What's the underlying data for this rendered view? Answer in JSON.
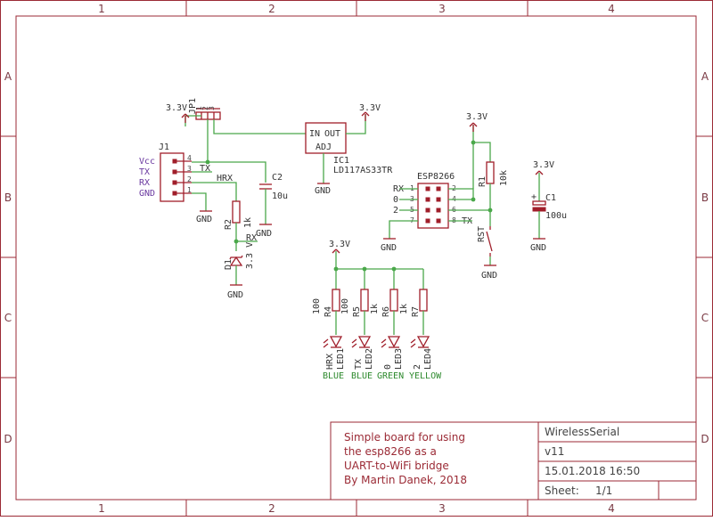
{
  "frame": {
    "columns": [
      "1",
      "2",
      "3",
      "4"
    ],
    "rows": [
      "A",
      "B",
      "C",
      "D"
    ]
  },
  "title_block": {
    "description": [
      "Simple board for using",
      "the esp8266 as a",
      "UART-to-WiFi bridge",
      "By Martin Danek, 2018"
    ],
    "project": "WirelessSerial",
    "version": "v11",
    "date": "15.01.2018 16:50",
    "sheet_label": "Sheet:",
    "sheet_value": "1/1"
  },
  "power": {
    "v33": "3.3V",
    "gnd": "GND"
  },
  "jp1": {
    "ref": "JP1",
    "pins": [
      "1",
      "2",
      "3"
    ]
  },
  "j1": {
    "ref": "J1",
    "pin_labels": [
      "Vcc",
      "TX",
      "RX",
      "GND"
    ],
    "pin_numbers": [
      "4",
      "3",
      "2",
      "1"
    ],
    "net_tx": "TX",
    "net_hrx": "HRX"
  },
  "c2": {
    "ref": "C2",
    "value": "10u"
  },
  "ic1": {
    "in": "IN",
    "out": "OUT",
    "adj": "ADJ",
    "ref": "IC1",
    "value": "LD117AS33TR"
  },
  "r2": {
    "ref": "R2",
    "value": "1k",
    "net": "RX"
  },
  "d1": {
    "ref": "D1",
    "value": "3.3 V"
  },
  "esp": {
    "ref": "ESP8266",
    "left_labels": [
      "RX",
      "0",
      "2"
    ],
    "left_pins": [
      "1",
      "3",
      "5",
      "7"
    ],
    "right_pins": [
      "2",
      "4",
      "6",
      "8"
    ],
    "tx_label": "TX"
  },
  "r1": {
    "ref": "R1",
    "value": "10k"
  },
  "rst": {
    "label": "RST"
  },
  "c1": {
    "ref": "C1",
    "value": "100u",
    "plus": "+"
  },
  "leds": [
    {
      "rref": "R4",
      "rval": "100",
      "lref": "LED1",
      "net": "HRX",
      "color": "BLUE"
    },
    {
      "rref": "R5",
      "rval": "100",
      "lref": "LED2",
      "net": "TX",
      "color": "BLUE"
    },
    {
      "rref": "R6",
      "rval": "1k",
      "lref": "LED3",
      "net": "0",
      "color": "GREEN"
    },
    {
      "rref": "R7",
      "rval": "1k",
      "lref": "LED4",
      "net": "2",
      "color": "YELLOW"
    }
  ]
}
